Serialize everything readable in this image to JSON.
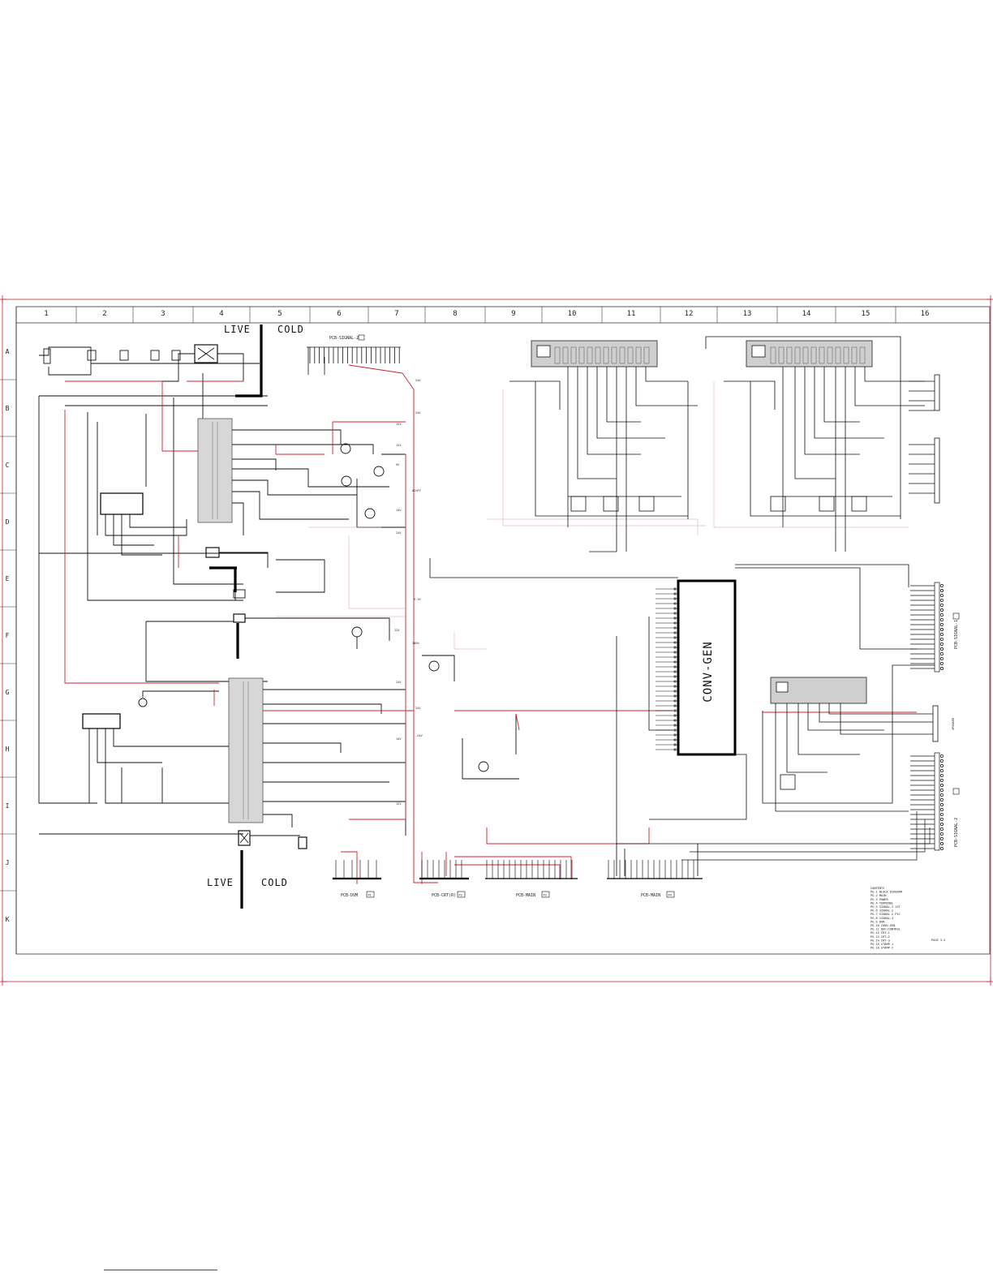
{
  "grid": {
    "columns": [
      "1",
      "2",
      "3",
      "4",
      "5",
      "6",
      "7",
      "8",
      "9",
      "10",
      "11",
      "12",
      "13",
      "14",
      "15",
      "16"
    ],
    "rows": [
      "A",
      "B",
      "C",
      "D",
      "E",
      "F",
      "G",
      "H",
      "I",
      "J",
      "K"
    ]
  },
  "isolation": {
    "top_live": "LIVE",
    "top_cold": "COLD",
    "bottom_live": "LIVE",
    "bottom_cold": "COLD"
  },
  "blocks": {
    "conv_gen": "CONV-GEN",
    "speaker_label": "SPEAKER"
  },
  "connectors": {
    "top_signal": "PCB-SIGNAL-2",
    "bottom": [
      "PCB-DVM",
      "PCB-CRT(R)",
      "PCB-MAIN",
      "PCB-MAIN"
    ],
    "bottom_refs": [
      "P1",
      "P2",
      "P3",
      "P4"
    ],
    "right_signal_1": "PCB-SIGNAL-1",
    "right_signal_2": "PCB-SIGNAL-2"
  },
  "rails": [
    "24V",
    "24V",
    "12V",
    "12V",
    "5V",
    "ACOFF",
    "14V",
    "24V",
    "9.3V",
    "12V",
    "200V",
    "24V",
    "24V",
    "-24V",
    "12V",
    "14V"
  ],
  "legend": {
    "lines": [
      "CONTENTS",
      "PG.1 BLOCK DIAGRAM",
      "PG.2 MAIN",
      "PG.3 POWER",
      "PG.4 TERMINAL",
      "PG.5 SIGNAL-1 1ST",
      "PG.6 SIGNAL-2",
      "PG.7 SIGNAL-2 PIC",
      "PG.8 SIGNAL-3",
      "PG.9 DVM",
      "PG.10 CONV-GEN",
      "PG.11 DEF/CONTROL",
      "PG.12 CRT-1",
      "PG.13 CRT-2",
      "PG.14 CRT-3",
      "PG.15 STAMP-1",
      "PG.16 STAMP-2"
    ],
    "page": "PAGE 3-3"
  }
}
